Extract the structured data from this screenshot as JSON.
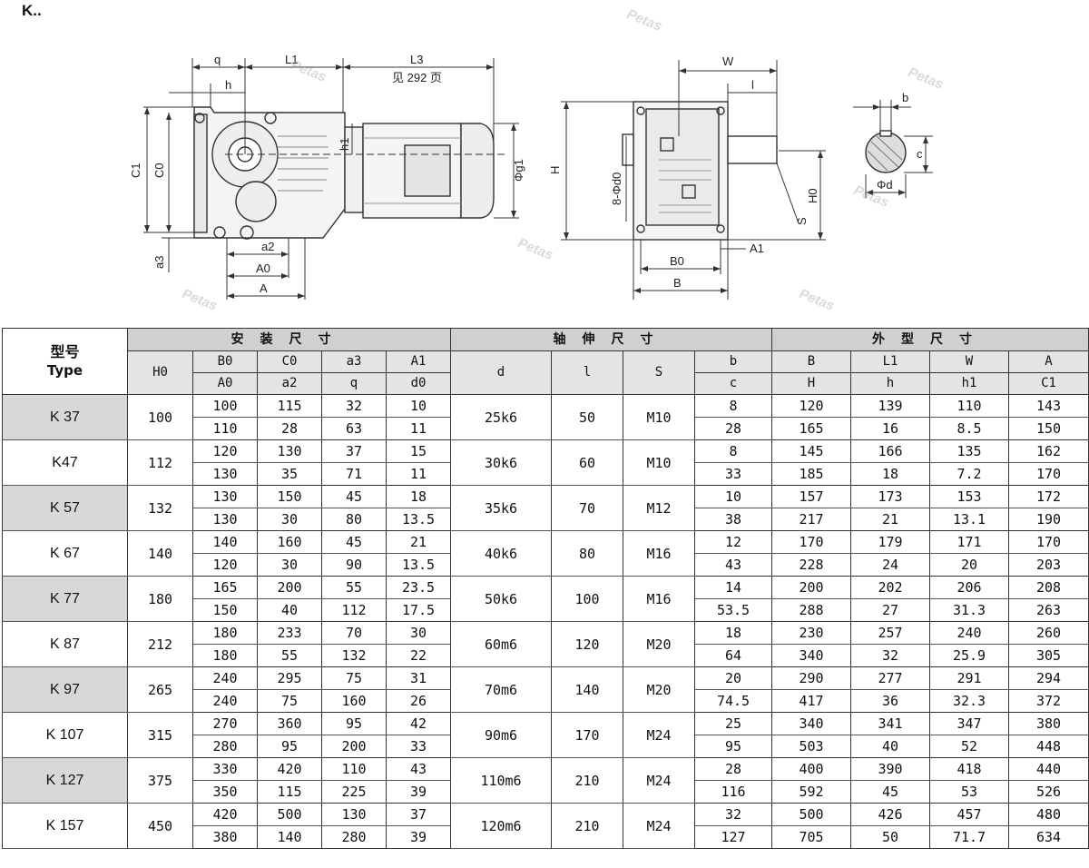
{
  "title": "K..",
  "watermark": "Petas",
  "drawing_labels": {
    "q": "q",
    "L1": "L1",
    "L3": "L3",
    "page_ref": "见 292 页",
    "h": "h",
    "h1": "h1",
    "C1": "C1",
    "C0": "C0",
    "g1": "Φg1",
    "a3": "a3",
    "a2": "a2",
    "A0": "A0",
    "A": "A",
    "W": "W",
    "l": "l",
    "H": "H",
    "d0": "8-Φd0",
    "S": "S",
    "H0": "H0",
    "A1": "A1",
    "B0": "B0",
    "B": "B",
    "b": "b",
    "c": "c",
    "d": "Φd"
  },
  "table": {
    "type_label_cn": "型号",
    "type_label_en": "Type",
    "group_install": "安装尺寸",
    "group_shaft": "轴伸尺寸",
    "group_outline": "外型尺寸",
    "headers_top": [
      "H0",
      "B0",
      "C0",
      "a3",
      "A1",
      "d",
      "l",
      "S",
      "b",
      "B",
      "L1",
      "W",
      "A"
    ],
    "headers_sub": [
      "A0",
      "a2",
      "q",
      "d0",
      "c",
      "H",
      "h",
      "h1",
      "C1"
    ],
    "rows": [
      {
        "type": "K 37",
        "H0": "100",
        "d": "25k6",
        "l": "50",
        "S": "M10",
        "r1": [
          "100",
          "115",
          "32",
          "10",
          "8",
          "120",
          "139",
          "110",
          "143"
        ],
        "r2": [
          "110",
          "28",
          "63",
          "11",
          "28",
          "165",
          "16",
          "8.5",
          "150"
        ]
      },
      {
        "type": "K47",
        "H0": "112",
        "d": "30k6",
        "l": "60",
        "S": "M10",
        "r1": [
          "120",
          "130",
          "37",
          "15",
          "8",
          "145",
          "166",
          "135",
          "162"
        ],
        "r2": [
          "130",
          "35",
          "71",
          "11",
          "33",
          "185",
          "18",
          "7.2",
          "170"
        ]
      },
      {
        "type": "K 57",
        "H0": "132",
        "d": "35k6",
        "l": "70",
        "S": "M12",
        "r1": [
          "130",
          "150",
          "45",
          "18",
          "10",
          "157",
          "173",
          "153",
          "172"
        ],
        "r2": [
          "130",
          "30",
          "80",
          "13.5",
          "38",
          "217",
          "21",
          "13.1",
          "190"
        ]
      },
      {
        "type": "K 67",
        "H0": "140",
        "d": "40k6",
        "l": "80",
        "S": "M16",
        "r1": [
          "140",
          "160",
          "45",
          "21",
          "12",
          "170",
          "179",
          "171",
          "170"
        ],
        "r2": [
          "120",
          "30",
          "90",
          "13.5",
          "43",
          "228",
          "24",
          "20",
          "203"
        ]
      },
      {
        "type": "K 77",
        "H0": "180",
        "d": "50k6",
        "l": "100",
        "S": "M16",
        "r1": [
          "165",
          "200",
          "55",
          "23.5",
          "14",
          "200",
          "202",
          "206",
          "208"
        ],
        "r2": [
          "150",
          "40",
          "112",
          "17.5",
          "53.5",
          "288",
          "27",
          "31.3",
          "263"
        ]
      },
      {
        "type": "K 87",
        "H0": "212",
        "d": "60m6",
        "l": "120",
        "S": "M20",
        "r1": [
          "180",
          "233",
          "70",
          "30",
          "18",
          "230",
          "257",
          "240",
          "260"
        ],
        "r2": [
          "180",
          "55",
          "132",
          "22",
          "64",
          "340",
          "32",
          "25.9",
          "305"
        ]
      },
      {
        "type": "K 97",
        "H0": "265",
        "d": "70m6",
        "l": "140",
        "S": "M20",
        "r1": [
          "240",
          "295",
          "75",
          "31",
          "20",
          "290",
          "277",
          "291",
          "294"
        ],
        "r2": [
          "240",
          "75",
          "160",
          "26",
          "74.5",
          "417",
          "36",
          "32.3",
          "372"
        ]
      },
      {
        "type": "K 107",
        "H0": "315",
        "d": "90m6",
        "l": "170",
        "S": "M24",
        "r1": [
          "270",
          "360",
          "95",
          "42",
          "25",
          "340",
          "341",
          "347",
          "380"
        ],
        "r2": [
          "280",
          "95",
          "200",
          "33",
          "95",
          "503",
          "40",
          "52",
          "448"
        ]
      },
      {
        "type": "K 127",
        "H0": "375",
        "d": "110m6",
        "l": "210",
        "S": "M24",
        "r1": [
          "330",
          "420",
          "110",
          "43",
          "28",
          "400",
          "390",
          "418",
          "440"
        ],
        "r2": [
          "350",
          "115",
          "225",
          "39",
          "116",
          "592",
          "45",
          "53",
          "526"
        ]
      },
      {
        "type": "K 157",
        "H0": "450",
        "d": "120m6",
        "l": "210",
        "S": "M24",
        "r1": [
          "420",
          "500",
          "130",
          "37",
          "32",
          "500",
          "426",
          "457",
          "480"
        ],
        "r2": [
          "380",
          "140",
          "280",
          "39",
          "127",
          "705",
          "50",
          "71.7",
          "634"
        ]
      }
    ]
  }
}
